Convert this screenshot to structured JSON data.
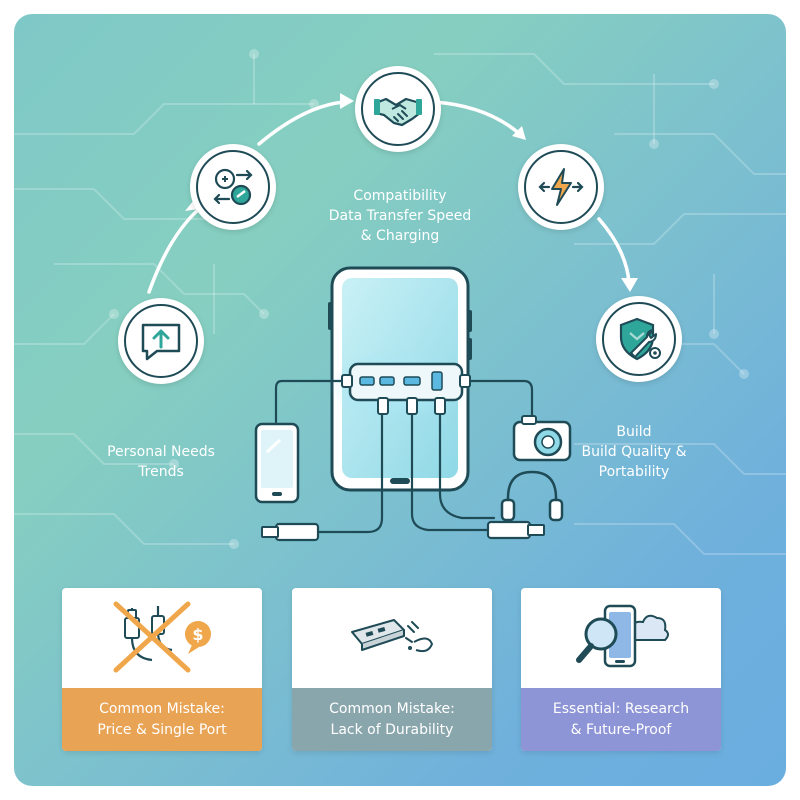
{
  "steps": [
    {
      "id": "personal-needs",
      "icon": "chat-bubble-up-arrow-icon",
      "label_lines": [
        "Personal Needs",
        "Trends"
      ]
    },
    {
      "id": "exchange",
      "icon": "exchange-arrows-icon",
      "label_lines": []
    },
    {
      "id": "compatibility",
      "icon": "handshake-icon",
      "label_lines": [
        "Compatibility",
        "Data Transfer Speed",
        "& Charging"
      ]
    },
    {
      "id": "speed",
      "icon": "lightning-arrows-icon",
      "label_lines": []
    },
    {
      "id": "build-quality",
      "icon": "shield-wrench-icon",
      "label_lines": [
        "Build",
        "Build Quality &",
        "Portability"
      ]
    }
  ],
  "cards": [
    {
      "id": "mistake-price",
      "icon": "crossed-cable-dollar-icon",
      "lines": [
        "Common Mistake:",
        "Price & Single Port"
      ],
      "color": "#e9a354"
    },
    {
      "id": "mistake-durability",
      "icon": "broken-hub-icon",
      "lines": [
        "Common Mistake:",
        "Lack of Durability"
      ],
      "color": "#8aa6ad"
    },
    {
      "id": "essential-research",
      "icon": "magnifier-phone-cloud-icon",
      "lines": [
        "Essential: Research",
        "& Future-Proof"
      ],
      "color": "#8e95d6"
    }
  ],
  "colors": {
    "outline": "#1f4b57",
    "teal_accent": "#2fa69a",
    "orange_accent": "#f0a64a",
    "hub_glow": "#9fe3f2"
  }
}
